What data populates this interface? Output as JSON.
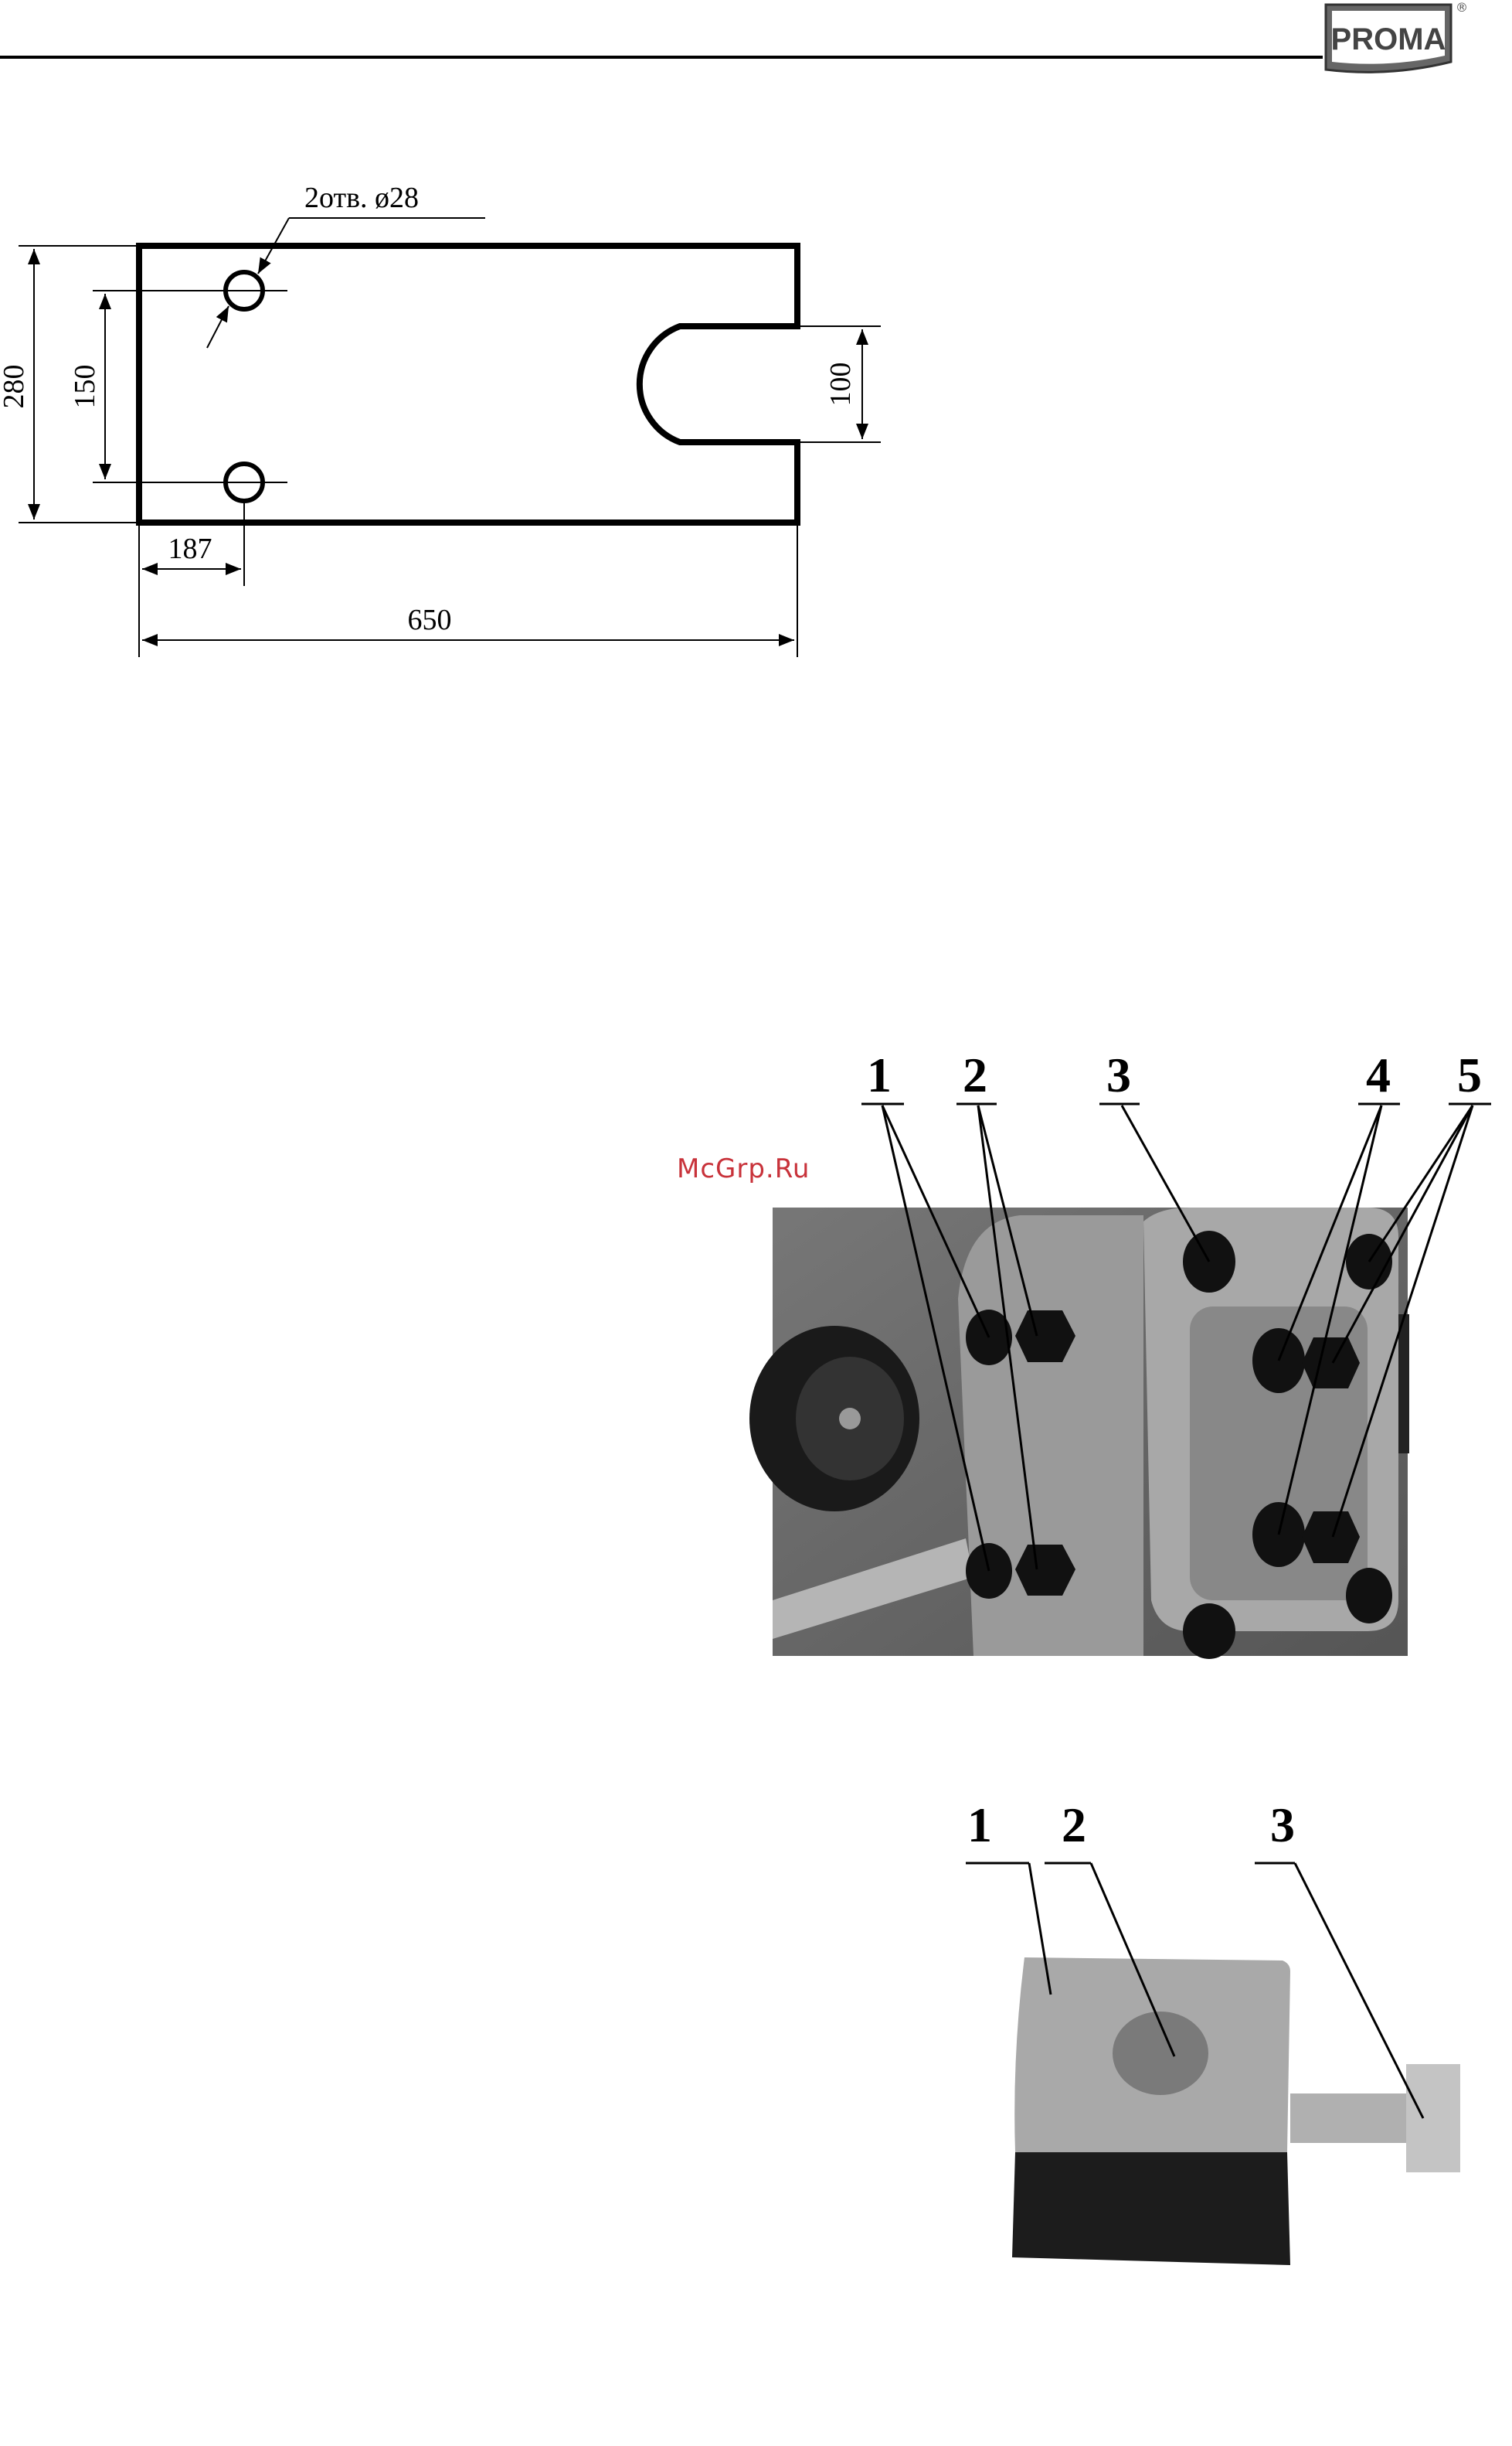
{
  "header": {
    "logo_text": "PROMA",
    "registered_mark": "®"
  },
  "drawing": {
    "hole_note": "2отв. ø28",
    "dim_height": "280",
    "dim_hole_spacing": "150",
    "dim_slot_width": "100",
    "dim_hole_offset": "187",
    "dim_length": "650"
  },
  "photo_top": {
    "callouts": [
      "1",
      "2",
      "3",
      "4",
      "5"
    ]
  },
  "photo_bottom": {
    "callouts": [
      "1",
      "2",
      "3"
    ]
  },
  "watermark": "McGrp.Ru",
  "colors": {
    "logo_bg": "#666666",
    "watermark": "#c8323a"
  }
}
